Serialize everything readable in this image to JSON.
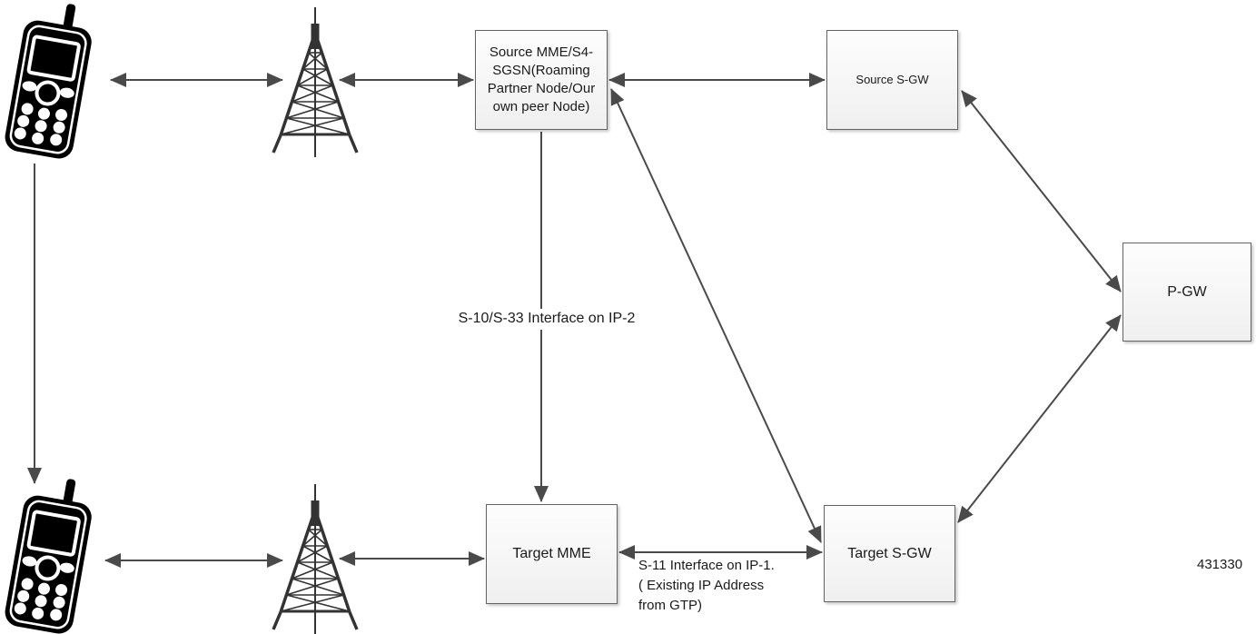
{
  "diagram": {
    "nodes": {
      "source_mme": {
        "label": "Source MME/S4-\nSGSN(Roaming\nPartner Node/Our\nown peer Node)"
      },
      "source_sgw": {
        "label": "Source S-GW"
      },
      "pgw": {
        "label": "P-GW"
      },
      "target_mme": {
        "label": "Target MME"
      },
      "target_sgw": {
        "label": "Target S-GW"
      }
    },
    "edge_labels": {
      "s10": "S-10/S-33 Interface on IP-2",
      "s11": "S-11 Interface on IP-1.\n( Existing IP Address\nfrom GTP)"
    },
    "figure_number": "431330",
    "icons": {
      "phone_top": "mobile-phone-icon",
      "phone_bottom": "mobile-phone-icon",
      "tower_top": "cell-tower-icon",
      "tower_bottom": "cell-tower-icon"
    },
    "colors": {
      "connector": "#4a4a4a",
      "box_border": "#636363",
      "box_fill": "#f5f5f5",
      "phone_icon": "#000000",
      "tower_icon": "#333333",
      "text": "#1a1a1a"
    }
  }
}
